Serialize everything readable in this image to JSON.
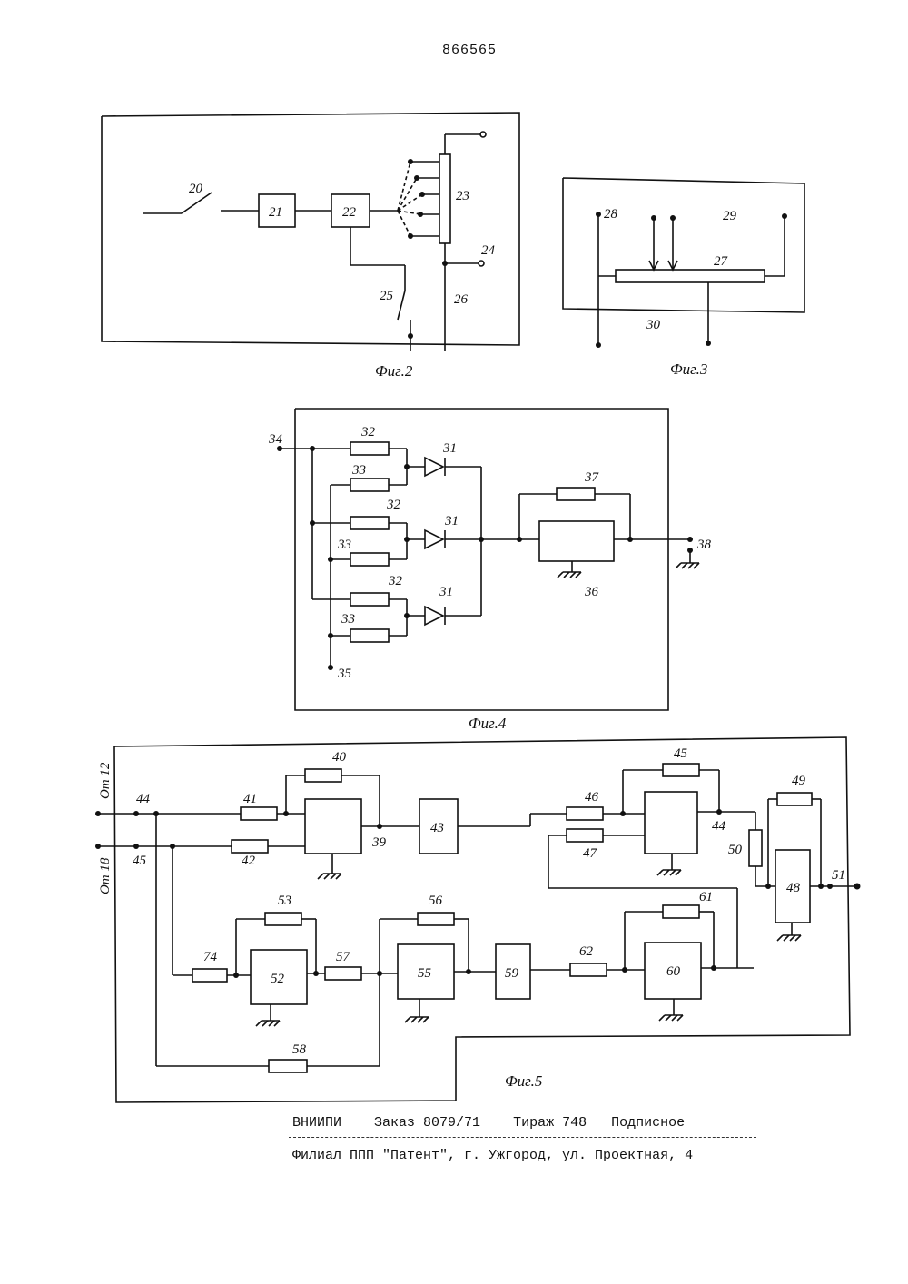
{
  "patent_number": "866565",
  "figures": {
    "fig2": {
      "caption": "Фиг.2",
      "labels": [
        "20",
        "21",
        "22",
        "23",
        "24",
        "25",
        "26"
      ]
    },
    "fig3": {
      "caption": "Фиг.3",
      "labels": [
        "28",
        "29",
        "27",
        "30"
      ]
    },
    "fig4": {
      "caption": "Фиг.4",
      "labels": [
        "34",
        "32",
        "31",
        "33",
        "32",
        "31",
        "33",
        "32",
        "31",
        "33",
        "35",
        "37",
        "36",
        "38"
      ]
    },
    "fig5": {
      "caption": "Фиг.5",
      "inputs": [
        "От 12",
        "От 18"
      ],
      "labels": [
        "44",
        "45",
        "41",
        "42",
        "40",
        "39",
        "43",
        "46",
        "47",
        "45",
        "44",
        "50",
        "49",
        "48",
        "51",
        "74",
        "53",
        "52",
        "57",
        "56",
        "55",
        "59",
        "62",
        "61",
        "60",
        "58"
      ]
    }
  },
  "imprint": {
    "org": "ВНИИПИ",
    "order": "Заказ 8079/71",
    "circulation": "Тираж 748",
    "subscription": "Подписное",
    "branch": "Филиал ППП \"Патент\", г. Ужгород, ул. Проектная, 4"
  }
}
